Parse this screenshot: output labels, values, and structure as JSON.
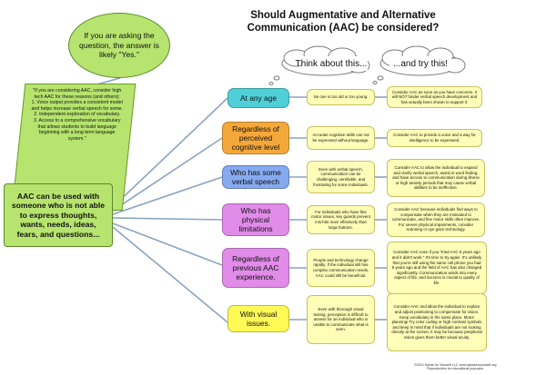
{
  "title": "Should Augmentative and Alternative Communication (AAC) be considered?",
  "yes_bubble": "If you are asking the question, the answer is likely \"Yes.\"",
  "note": "\"If you are considering AAC, consider high tech AAC for these reasons (and others):\n1. Voice output provides a consistent model and helps increase verbal speech for some.\n2. Independent exploration of vocabulary.\n3. Access to a comprehensive vocabulary that allows students to build language beginning with a long term language system.\"",
  "main_question": "AAC can be used with someone who is not able to express thoughts, wants, needs, ideas, fears, and questions...",
  "think_header": "Think about  this...",
  "try_header": "...and try this!",
  "rows": [
    {
      "category": "At any age",
      "think": "No one is too old or too young.",
      "try": "Consider AAC as soon as you have concerns. It will NOT hinder verbal speech development and has actually been shown to support it."
    },
    {
      "category": "Regardless of perceived cognitive level",
      "think": "Accurate cognitive skills can not be expressed without language.",
      "try": "Consider AAC to provide a voice and a way for intelligence to be expressed."
    },
    {
      "category": "Who has some verbal speech",
      "think": "Even with verbal speech, communication can be challenging, unreliable, and frustrating for some individuals.",
      "try": "Consider AAC to allow the individual to expand and clarify verbal speech, assist in word finding, and have access to communication during illness or high anxiety periods that may cause verbal abilities to be ineffective."
    },
    {
      "category": "Who has physical limitations",
      "think": "For individuals who have fine motor issues, key guards prevent mis-hits more effectively than large buttons.",
      "try": "Consider AAC because individuals find ways to compensate when they are motivated to communicate, and fine motor skills often improve.  For severe physical impairments, consider scanning or eye gaze technology."
    },
    {
      "category": "Regardless of previous AAC experience.",
      "think": "People and technology change rapidly.  If the individual still has complex communication needs, AAC could still be beneficial.",
      "try": "Consider AAC even if you \"tried AAC 5 years ago and it didn't work.\" It's time to try again.  It's unlikely that you're still using the same cell phone you had 5 years ago and the field of AAC has also changed significantly. Communication winds into every aspect of life, and success is crucial to quality of life."
    },
    {
      "category": "With visual issues.",
      "think": "Even with thorough visual testing, perception is difficult to assess for an individual who is unable to communicate what is seen.",
      "try": "Consider AAC  and allow the individual to explore and adjust positioning to compensate for vision.  Keep vocabulary in the same place. Motor planning!  Try color coding or high contrast symbols and keep in mind that if individuals are not looking directly at the screen, it may be because peripheral vision gives them better visual acuity."
    }
  ],
  "footer": "©2014 Speak for Yourself LLC  www.speakforyourself.org\nReproduction for educational purposes",
  "colors": {
    "green": "#b6e46f",
    "teal": "#4fd0d8",
    "orange": "#f5a83a",
    "blue": "#86aaf0",
    "magenta": "#e08ce8",
    "yellow": "#fffa56",
    "note_yellow": "#fffeb8",
    "line": "#8aa4c0"
  }
}
